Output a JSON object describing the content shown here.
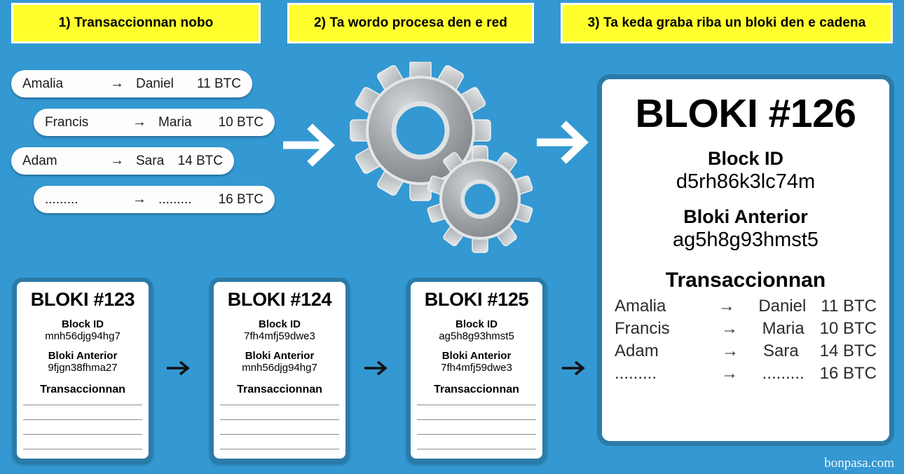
{
  "theme": {
    "background": "#3498d2",
    "banner_fill": "#ffff2e",
    "card_border": "#2b7ba8",
    "card_fill": "#ffffff",
    "arrow_white": "#ffffff",
    "arrow_dark": "#111111"
  },
  "banners": [
    {
      "label": "1) Transaccionnan nobo"
    },
    {
      "label": "2) Ta wordo procesa den e red"
    },
    {
      "label": "3) Ta keda graba riba un bloki den e cadena"
    }
  ],
  "pending_transactions": [
    {
      "from": "Amalia",
      "arrow": "→",
      "to": "Daniel",
      "amount": "11 BTC"
    },
    {
      "from": "Francis",
      "arrow": "→",
      "to": "Maria",
      "amount": "10 BTC"
    },
    {
      "from": "Adam",
      "arrow": "→",
      "to": "Sara",
      "amount": "14 BTC"
    },
    {
      "from": ".........",
      "arrow": "→",
      "to": ".........",
      "amount": "16 BTC"
    }
  ],
  "featured_block": {
    "title": "BLOKI #126",
    "block_id_label": "Block ID",
    "block_id_value": "d5rh86k3lc74m",
    "previous_label": "Bloki Anterior",
    "previous_value": "ag5h8g93hmst5",
    "transactions_label": "Transaccionnan",
    "transactions": [
      {
        "from": "Amalia",
        "arrow": "→",
        "to": "Daniel",
        "amount": "11 BTC"
      },
      {
        "from": "Francis",
        "arrow": "→",
        "to": "Maria",
        "amount": "10 BTC"
      },
      {
        "from": "Adam",
        "arrow": "→",
        "to": "Sara",
        "amount": "14 BTC"
      },
      {
        "from": ".........",
        "arrow": "→",
        "to": ".........",
        "amount": "16 BTC"
      }
    ]
  },
  "chain_blocks": [
    {
      "title": "BLOKI #123",
      "block_id_label": "Block ID",
      "block_id_value": "mnh56djg94hg7",
      "previous_label": "Bloki Anterior",
      "previous_value": "9fjgn38fhma27",
      "transactions_label": "Transaccionnan"
    },
    {
      "title": "BLOKI #124",
      "block_id_label": "Block ID",
      "block_id_value": "7fh4mfj59dwe3",
      "previous_label": "Bloki Anterior",
      "previous_value": "mnh56djg94hg7",
      "transactions_label": "Transaccionnan"
    },
    {
      "title": "BLOKI #125",
      "block_id_label": "Block ID",
      "block_id_value": "ag5h8g93hmst5",
      "previous_label": "Bloki Anterior",
      "previous_value": "7fh4mfj59dwe3",
      "transactions_label": "Transaccionnan"
    }
  ],
  "icons": {
    "gears": "gears-icon",
    "flow_arrow": "right-arrow-icon",
    "chain_arrow": "right-arrow-icon"
  },
  "watermark": "bonpasa.com"
}
